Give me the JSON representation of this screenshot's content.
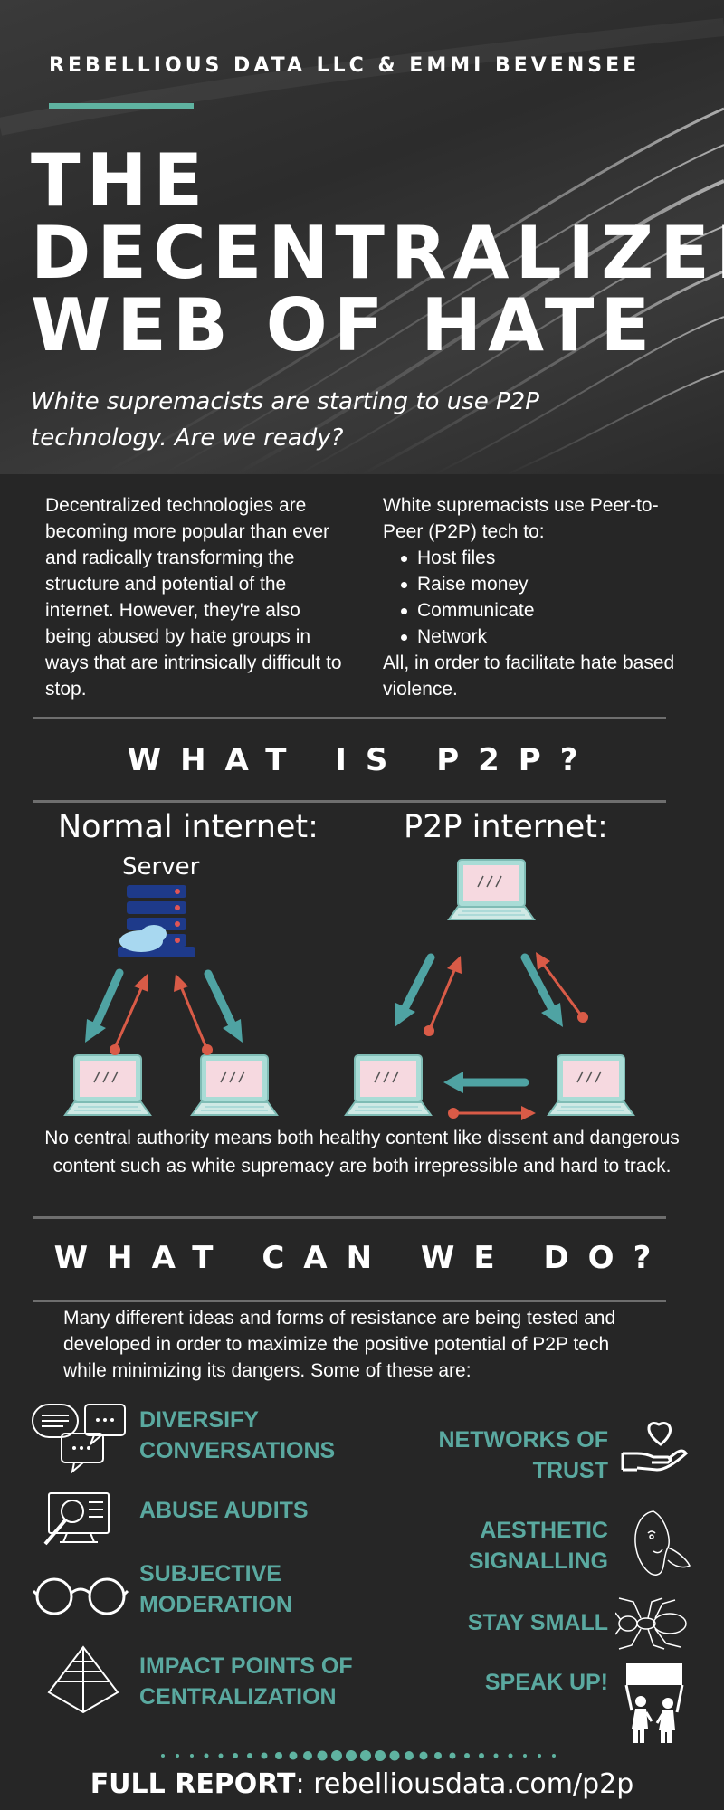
{
  "header": {
    "org": "REBELLIOUS DATA LLC & EMMI BEVENSEE",
    "title_lines": [
      "THE",
      "DECENTRALIZED",
      "WEB OF HATE"
    ],
    "subtitle": "White supremacists are starting to use P2P technology. Are we ready?"
  },
  "intro": {
    "left_text": "Decentralized technologies are becoming more popular than ever and radically transforming the structure and potential of the internet. However, they're also being abused by hate groups in ways that are intrinsically difficult to stop.",
    "right_lead": "White supremacists use Peer-to-Peer (P2P) tech to:",
    "right_items": [
      "Host files",
      "Raise money",
      "Communicate",
      "Network"
    ],
    "right_tail": "All, in order to facilitate hate based violence."
  },
  "p2p": {
    "heading": "WHAT IS P2P?",
    "normal_title": "Normal internet:",
    "p2p_title": "P2P internet:",
    "server_label": "Server",
    "caption": "No central authority means both healthy content like dissent and dangerous content such as white supremacy are both irrepressible and hard to track."
  },
  "actions": {
    "heading": "WHAT CAN WE DO?",
    "intro": "Many different ideas and forms of resistance are being tested and developed in order to maximize the positive potential of P2P tech while minimizing its dangers. Some of these are:",
    "left": [
      {
        "label": "DIVERSIFY CONVERSATIONS",
        "icon": "chat-bubbles-icon"
      },
      {
        "label": "ABUSE AUDITS",
        "icon": "magnifier-screen-icon"
      },
      {
        "label": "SUBJECTIVE MODERATION",
        "icon": "glasses-icon"
      },
      {
        "label": "IMPACT POINTS OF CENTRALIZATION",
        "icon": "pyramid-icon"
      }
    ],
    "right": [
      {
        "label": "NETWORKS OF TRUST",
        "icon": "heart-hand-icon"
      },
      {
        "label": "AESTHETIC SIGNALLING",
        "icon": "face-sketch-icon"
      },
      {
        "label": "STAY SMALL",
        "icon": "ant-icon"
      },
      {
        "label": "SPEAK UP!",
        "icon": "protesters-banner-icon"
      }
    ]
  },
  "footer": {
    "label": "FULL REPORT",
    "separator": ": ",
    "url": "rebelliousdata.com/p2p"
  },
  "colors": {
    "background": "#262626",
    "accent_teal": "#5aa9a0",
    "arrow_teal": "#4fa3a3",
    "arrow_red": "#d95b47",
    "rule": "#6e6e6e"
  }
}
